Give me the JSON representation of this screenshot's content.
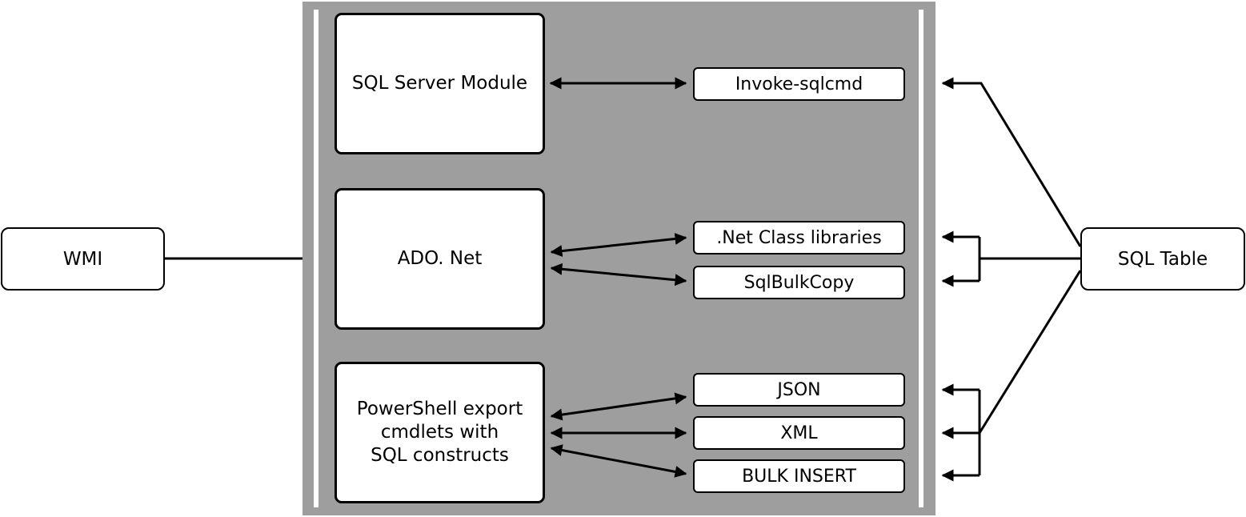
{
  "source": {
    "label": "WMI"
  },
  "target": {
    "label": "SQL Table"
  },
  "sections": [
    {
      "technology": "SQL Server Module",
      "methods": [
        "Invoke-sqlcmd"
      ]
    },
    {
      "technology": "ADO. Net",
      "methods": [
        ".Net Class libraries",
        "SqlBulkCopy"
      ]
    },
    {
      "technology": "PowerShell export\ncmdlets with\nSQL constructs",
      "methods": [
        "JSON",
        "XML",
        "BULK INSERT"
      ]
    }
  ],
  "colors": {
    "panel": "#9e9e9e",
    "box": "#ffffff",
    "line": "#000000"
  }
}
